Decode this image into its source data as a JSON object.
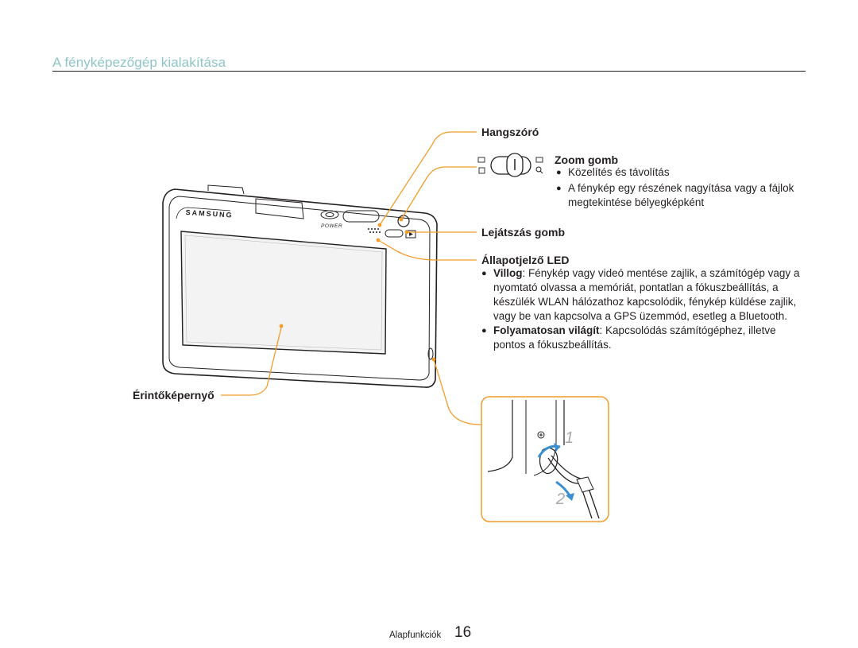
{
  "header": {
    "title": "A fényképezőgép kialakítása"
  },
  "camera": {
    "brand": "SAMSUNG",
    "power_label": "POWER"
  },
  "callouts": {
    "speaker": "Hangszóró",
    "zoom": {
      "title": "Zoom gomb",
      "bullets": [
        "Közelítés és távolítás",
        "A fénykép egy részének nagyítása vagy a fájlok megtekintése bélyegképként"
      ]
    },
    "playback": "Lejátszás gomb",
    "status_led": {
      "title": "Állapotjelző LED",
      "items": [
        {
          "term": "Villog",
          "text": ": Fénykép vagy videó mentése zajlik, a számítógép vagy a nyomtató olvassa a memóriát, pontatlan a fókuszbeállítás, a készülék WLAN hálózathoz kapcsolódik, fénykép küldése zajlik, vagy be van kapcsolva a GPS üzemmód, esetleg a Bluetooth."
        },
        {
          "term": "Folyamatosan világít",
          "text": ": Kapcsolódás számítógéphez, illetve pontos a fókuszbeállítás."
        }
      ]
    },
    "touchscreen": "Érintőképernyő"
  },
  "strap_steps": [
    "1",
    "2"
  ],
  "footer": {
    "section": "Alapfunkciók",
    "page": "16"
  },
  "colors": {
    "title": "#8fc5c8",
    "callout": "#f39c2a",
    "text": "#231f20",
    "strap_arrow": "#3b8fd0"
  }
}
